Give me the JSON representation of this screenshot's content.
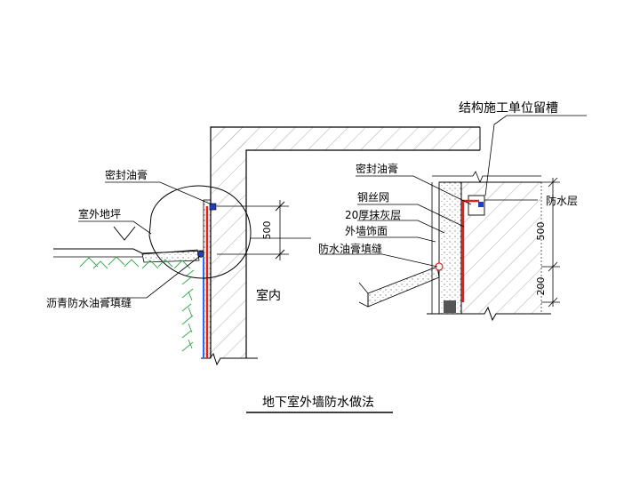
{
  "title": "地下室外墙防水做法",
  "colors": {
    "line": "#000000",
    "waterproof_red": "#e0201a",
    "insulation_blue": "#1f6fff",
    "soil_green": "#2fa84a",
    "hatch_gray": "#9a9a9a"
  },
  "left_detail": {
    "labels": {
      "seal_paste": "密封油膏",
      "outdoor_ground": "室外地坪",
      "asphalt_fill": "沥青防水油膏填缝",
      "indoor": "室内"
    },
    "dimension": "500"
  },
  "right_detail": {
    "labels": {
      "structure_groove": "结构施工单位留槽",
      "seal_paste": "密封油膏",
      "steel_mesh": "钢丝网",
      "plaster_layer": "20厚抹灰层",
      "exterior_finish": "外墙饰面",
      "waterproof_fill": "防水油膏填缝",
      "waterproof_layer": "防水层"
    },
    "dimensions": [
      "500",
      "200"
    ]
  }
}
